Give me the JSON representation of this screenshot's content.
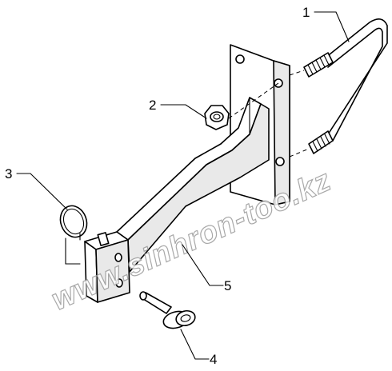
{
  "watermark": "www.sinhron-too.kz",
  "callouts": [
    {
      "id": "1",
      "label": "1"
    },
    {
      "id": "2",
      "label": "2"
    },
    {
      "id": "3",
      "label": "3"
    },
    {
      "id": "4",
      "label": "4"
    },
    {
      "id": "5",
      "label": "5"
    }
  ]
}
